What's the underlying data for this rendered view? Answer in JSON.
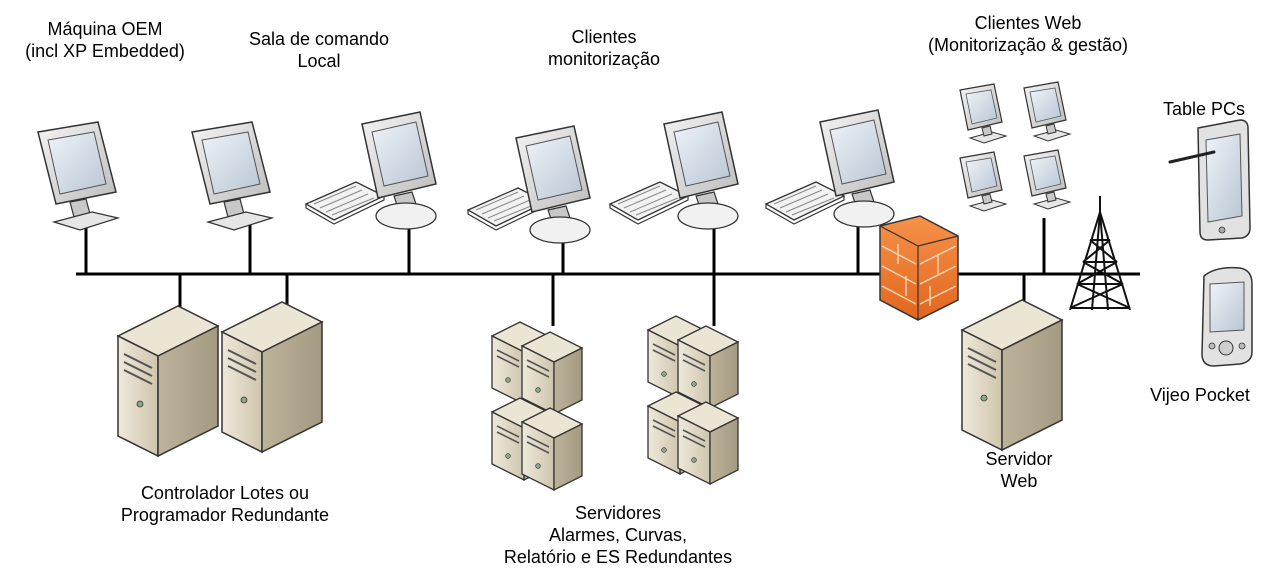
{
  "labels": {
    "oem": [
      "Máquina OEM",
      "(incl XP Embedded)"
    ],
    "sala": [
      "Sala de comando",
      "Local"
    ],
    "clientes": [
      "Clientes",
      "monitorização"
    ],
    "web_clients": [
      "Clientes Web",
      "(Monitorização & gestão)"
    ],
    "table_pcs": [
      "Table PCs"
    ],
    "vijeo": [
      "Vijeo Pocket"
    ],
    "servidor_web": [
      "Servidor",
      "Web"
    ],
    "controlador": [
      "Controlador Lotes ou",
      "Programador Redundante"
    ],
    "servidores": [
      "Servidores",
      "Alarmes, Curvas,",
      "Relatório e ES Redundantes"
    ]
  },
  "colors": {
    "line": "#000000",
    "monitor_frame": "#d4d4d4",
    "screen": "#cfd8e3",
    "server": "#d8d0bd",
    "firewall": "#f07a2c"
  }
}
